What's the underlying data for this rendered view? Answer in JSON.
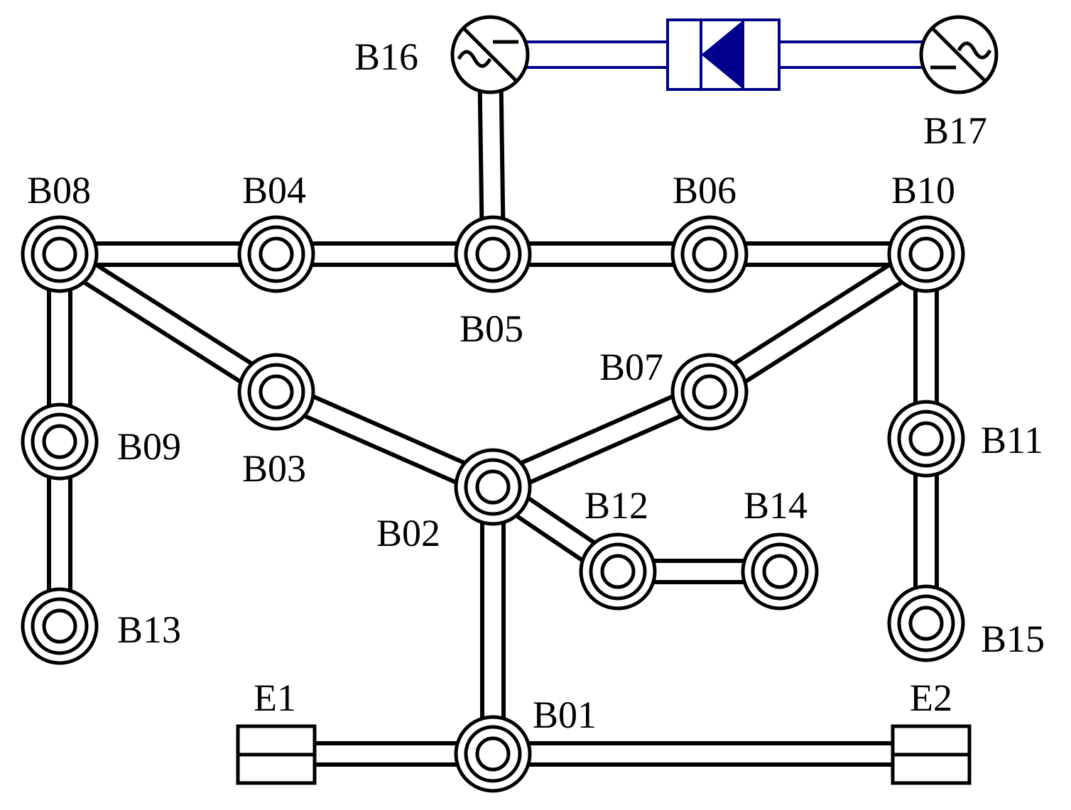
{
  "diagram": {
    "colors": {
      "line": "#000000",
      "dc_link": "#00008b",
      "fill": "#ffffff"
    },
    "buses": [
      {
        "id": "B01",
        "label": "B01"
      },
      {
        "id": "B02",
        "label": "B02"
      },
      {
        "id": "B03",
        "label": "B03"
      },
      {
        "id": "B04",
        "label": "B04"
      },
      {
        "id": "B05",
        "label": "B05"
      },
      {
        "id": "B06",
        "label": "B06"
      },
      {
        "id": "B07",
        "label": "B07"
      },
      {
        "id": "B08",
        "label": "B08"
      },
      {
        "id": "B09",
        "label": "B09"
      },
      {
        "id": "B10",
        "label": "B10"
      },
      {
        "id": "B11",
        "label": "B11"
      },
      {
        "id": "B12",
        "label": "B12"
      },
      {
        "id": "B13",
        "label": "B13"
      },
      {
        "id": "B14",
        "label": "B14"
      },
      {
        "id": "B15",
        "label": "B15"
      }
    ],
    "converters": [
      {
        "id": "B16",
        "label": "B16",
        "icon": "ac-dc-converter-icon"
      },
      {
        "id": "B17",
        "label": "B17",
        "icon": "dc-ac-converter-icon"
      }
    ],
    "external_grids": [
      {
        "id": "E1",
        "label": "E1",
        "icon": "external-grid-icon"
      },
      {
        "id": "E2",
        "label": "E2",
        "icon": "external-grid-icon"
      }
    ],
    "dc_link": {
      "from": "B16",
      "to": "B17",
      "icon": "diode-icon"
    },
    "lines": [
      [
        "E1",
        "B01"
      ],
      [
        "B01",
        "E2"
      ],
      [
        "B01",
        "B02"
      ],
      [
        "B02",
        "B03"
      ],
      [
        "B02",
        "B07"
      ],
      [
        "B02",
        "B12"
      ],
      [
        "B12",
        "B14"
      ],
      [
        "B03",
        "B08"
      ],
      [
        "B08",
        "B04"
      ],
      [
        "B04",
        "B05"
      ],
      [
        "B05",
        "B06"
      ],
      [
        "B06",
        "B10"
      ],
      [
        "B07",
        "B10"
      ],
      [
        "B08",
        "B09"
      ],
      [
        "B09",
        "B13"
      ],
      [
        "B10",
        "B11"
      ],
      [
        "B11",
        "B15"
      ],
      [
        "B05",
        "B16"
      ]
    ]
  }
}
